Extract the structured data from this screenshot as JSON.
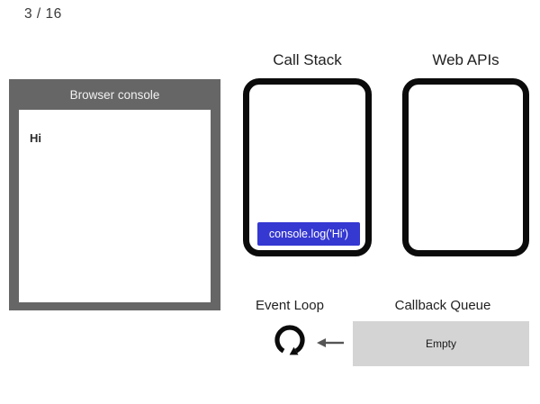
{
  "slide": {
    "counter": "3 / 16"
  },
  "browser_console": {
    "title": "Browser console",
    "lines": [
      "Hi"
    ]
  },
  "call_stack": {
    "label": "Call Stack",
    "frames": [
      {
        "label": "console.log('Hi')"
      }
    ]
  },
  "web_apis": {
    "label": "Web APIs",
    "items": []
  },
  "event_loop": {
    "label": "Event Loop",
    "icon": "clockwise-loop-arrow-icon"
  },
  "callback_queue": {
    "label": "Callback Queue",
    "content": "Empty"
  },
  "flow": {
    "arrow_icon": "left-arrow-icon",
    "direction": "callback-queue-to-event-loop"
  },
  "colors": {
    "stack-frame-blue": "#3538d1",
    "console-frame-gray": "#666666",
    "queue-box-gray": "#d4d4d4",
    "border-black": "#0b0b0b",
    "label-text": "#212121",
    "arrow-gray": "#555555"
  }
}
